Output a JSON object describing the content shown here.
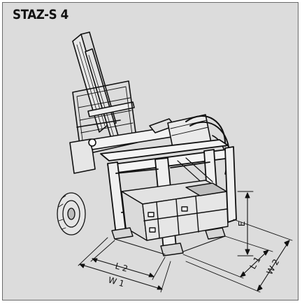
{
  "title": "STAZ-S 4",
  "dimensions": {
    "e": "E",
    "l1": "L 1",
    "w2": "W 2",
    "l2": "L 2",
    "w1": "W 1"
  },
  "colors": {
    "background": "#dcdcdc",
    "ink": "#111111"
  }
}
